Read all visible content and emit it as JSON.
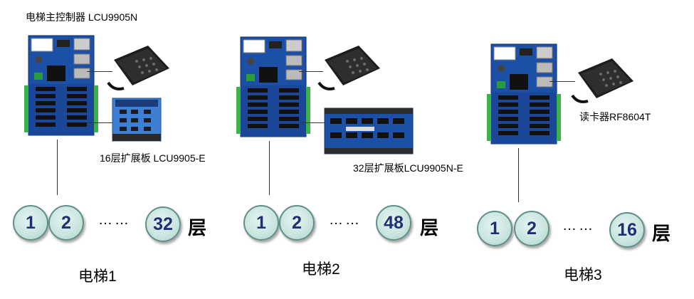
{
  "title_main": "电梯主控制器 LCU9905N",
  "labels": {
    "ext16": "16层扩展板 LCU9905-E",
    "ext32": "32层扩展板LCU9905N-E",
    "reader": "读卡器RF8604T"
  },
  "elevators": [
    {
      "name": "电梯1",
      "floors": [
        "1",
        "2",
        "32"
      ],
      "ellipsis": "……",
      "unit": "层"
    },
    {
      "name": "电梯2",
      "floors": [
        "1",
        "2",
        "48"
      ],
      "ellipsis": "……",
      "unit": "层"
    },
    {
      "name": "电梯3",
      "floors": [
        "1",
        "2",
        "16"
      ],
      "ellipsis": "……",
      "unit": "层"
    }
  ]
}
